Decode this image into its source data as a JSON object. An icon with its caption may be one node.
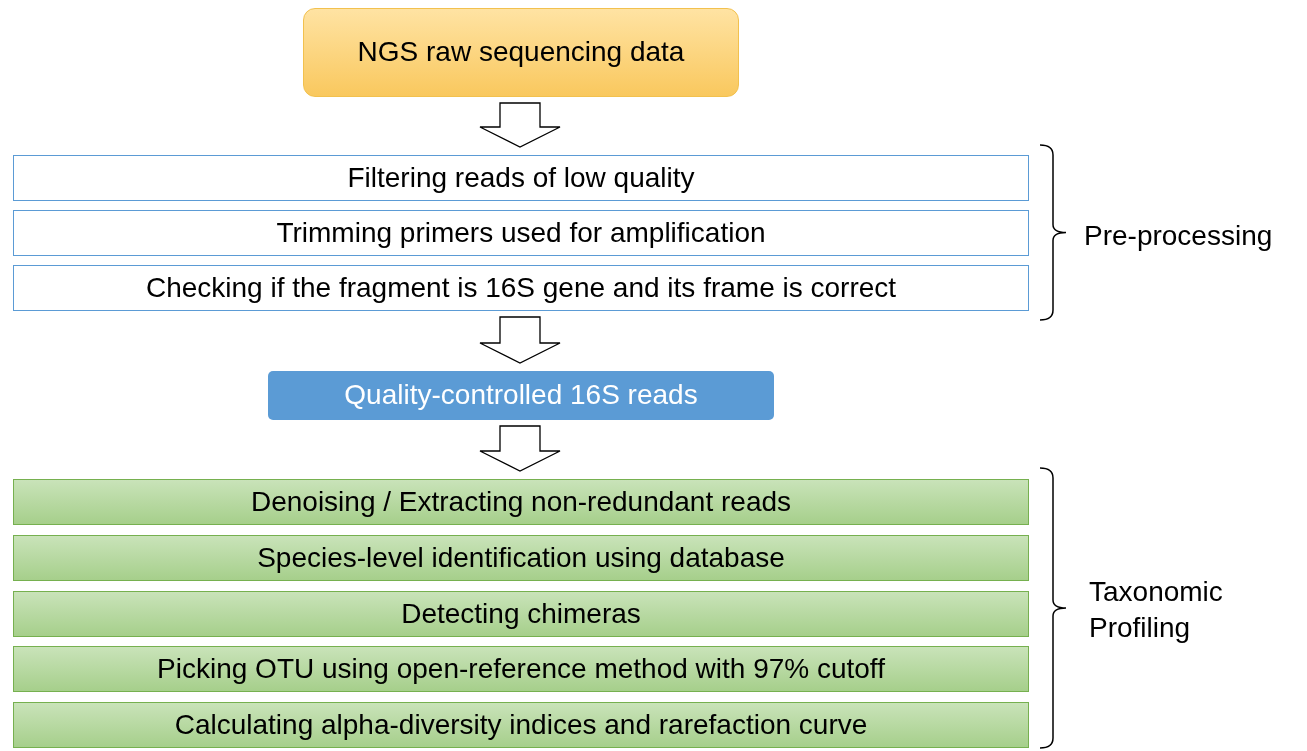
{
  "diagram": {
    "nodes": [
      {
        "text": [
          "NGS raw sequencing data"
        ]
      },
      {
        "text": [
          "Filtering reads of low quality"
        ]
      },
      {
        "text": [
          "Trimming primers used for amplification"
        ]
      },
      {
        "text": [
          "Checking if the fragment is 16S gene and its frame is correct"
        ]
      },
      {
        "text": [
          "Quality-controlled 16S reads"
        ]
      },
      {
        "text": [
          "Denoising / Extracting non-redundant reads"
        ]
      },
      {
        "text": [
          "Species-level identification using database"
        ]
      },
      {
        "text": [
          "Detecting chimeras"
        ]
      },
      {
        "text": [
          "Picking OTU using open-reference method with 97% cutoff"
        ]
      },
      {
        "text": [
          "Calculating alpha-diversity indices and rarefaction curve"
        ]
      }
    ],
    "edges": [
      {
        "from": 0,
        "to": 1,
        "arrow": "to"
      },
      {
        "from": 3,
        "to": 4,
        "arrow": "to"
      },
      {
        "from": 4,
        "to": 5,
        "arrow": "to"
      }
    ],
    "labels": [
      "Pre-processing",
      "Taxonomic Profiling"
    ]
  }
}
